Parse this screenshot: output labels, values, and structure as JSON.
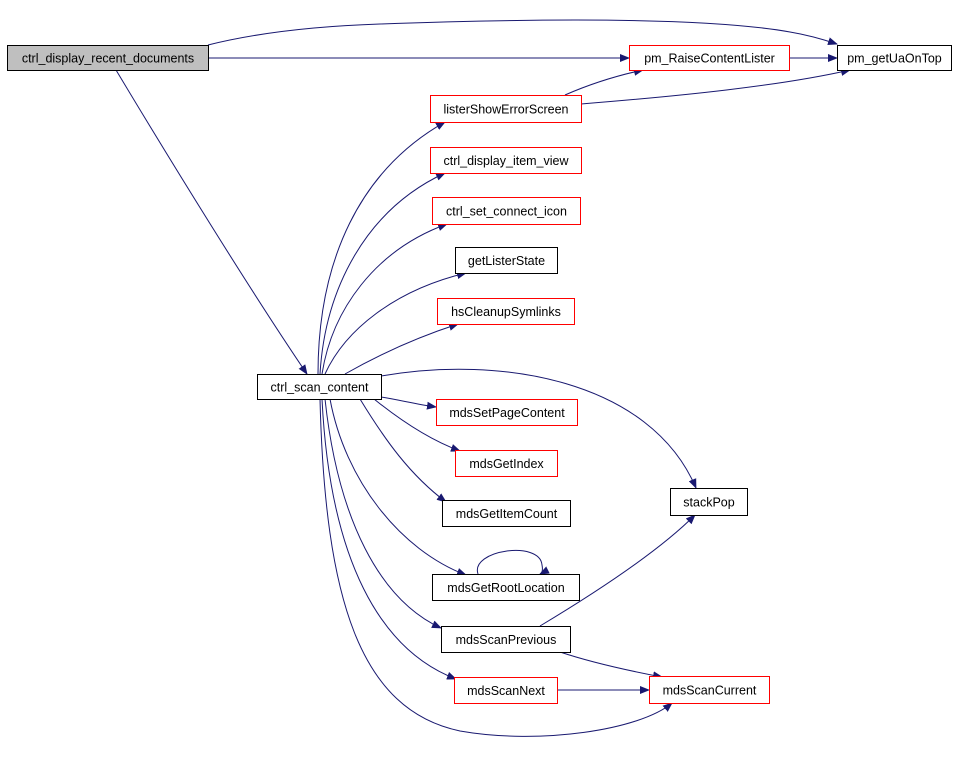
{
  "colors": {
    "edge": "#191970",
    "root_fill": "#bfbfbf",
    "node_fill": "#ffffff",
    "border_black": "#000000",
    "border_red": "#ff0000"
  },
  "nodes": [
    {
      "id": "ctrl_display_recent_documents",
      "label": "ctrl_display_recent_documents",
      "border": "black",
      "root": true
    },
    {
      "id": "pm_RaiseContentLister",
      "label": "pm_RaiseContentLister",
      "border": "red"
    },
    {
      "id": "pm_getUaOnTop",
      "label": "pm_getUaOnTop",
      "border": "black"
    },
    {
      "id": "listerShowErrorScreen",
      "label": "listerShowErrorScreen",
      "border": "red"
    },
    {
      "id": "ctrl_display_item_view",
      "label": "ctrl_display_item_view",
      "border": "red"
    },
    {
      "id": "ctrl_set_connect_icon",
      "label": "ctrl_set_connect_icon",
      "border": "red"
    },
    {
      "id": "getListerState",
      "label": "getListerState",
      "border": "black"
    },
    {
      "id": "hsCleanupSymlinks",
      "label": "hsCleanupSymlinks",
      "border": "red"
    },
    {
      "id": "ctrl_scan_content",
      "label": "ctrl_scan_content",
      "border": "black"
    },
    {
      "id": "mdsSetPageContent",
      "label": "mdsSetPageContent",
      "border": "red"
    },
    {
      "id": "mdsGetIndex",
      "label": "mdsGetIndex",
      "border": "red"
    },
    {
      "id": "mdsGetItemCount",
      "label": "mdsGetItemCount",
      "border": "black"
    },
    {
      "id": "stackPop",
      "label": "stackPop",
      "border": "black"
    },
    {
      "id": "mdsGetRootLocation",
      "label": "mdsGetRootLocation",
      "border": "black"
    },
    {
      "id": "mdsScanPrevious",
      "label": "mdsScanPrevious",
      "border": "black"
    },
    {
      "id": "mdsScanNext",
      "label": "mdsScanNext",
      "border": "red"
    },
    {
      "id": "mdsScanCurrent",
      "label": "mdsScanCurrent",
      "border": "red"
    }
  ],
  "edges": [
    {
      "from": "ctrl_display_recent_documents",
      "to": "pm_getUaOnTop"
    },
    {
      "from": "ctrl_display_recent_documents",
      "to": "pm_RaiseContentLister"
    },
    {
      "from": "ctrl_display_recent_documents",
      "to": "ctrl_scan_content"
    },
    {
      "from": "pm_RaiseContentLister",
      "to": "pm_getUaOnTop"
    },
    {
      "from": "listerShowErrorScreen",
      "to": "pm_RaiseContentLister"
    },
    {
      "from": "listerShowErrorScreen",
      "to": "pm_getUaOnTop"
    },
    {
      "from": "ctrl_scan_content",
      "to": "listerShowErrorScreen"
    },
    {
      "from": "ctrl_scan_content",
      "to": "ctrl_display_item_view"
    },
    {
      "from": "ctrl_scan_content",
      "to": "ctrl_set_connect_icon"
    },
    {
      "from": "ctrl_scan_content",
      "to": "getListerState"
    },
    {
      "from": "ctrl_scan_content",
      "to": "hsCleanupSymlinks"
    },
    {
      "from": "ctrl_scan_content",
      "to": "stackPop"
    },
    {
      "from": "ctrl_scan_content",
      "to": "mdsSetPageContent"
    },
    {
      "from": "ctrl_scan_content",
      "to": "mdsGetIndex"
    },
    {
      "from": "ctrl_scan_content",
      "to": "mdsGetItemCount"
    },
    {
      "from": "ctrl_scan_content",
      "to": "mdsGetRootLocation"
    },
    {
      "from": "ctrl_scan_content",
      "to": "mdsScanPrevious"
    },
    {
      "from": "ctrl_scan_content",
      "to": "mdsScanNext"
    },
    {
      "from": "ctrl_scan_content",
      "to": "mdsScanCurrent"
    },
    {
      "from": "mdsGetRootLocation",
      "to": "mdsGetRootLocation"
    },
    {
      "from": "mdsScanPrevious",
      "to": "stackPop"
    },
    {
      "from": "mdsScanPrevious",
      "to": "mdsScanCurrent"
    },
    {
      "from": "mdsScanNext",
      "to": "mdsScanCurrent"
    }
  ]
}
